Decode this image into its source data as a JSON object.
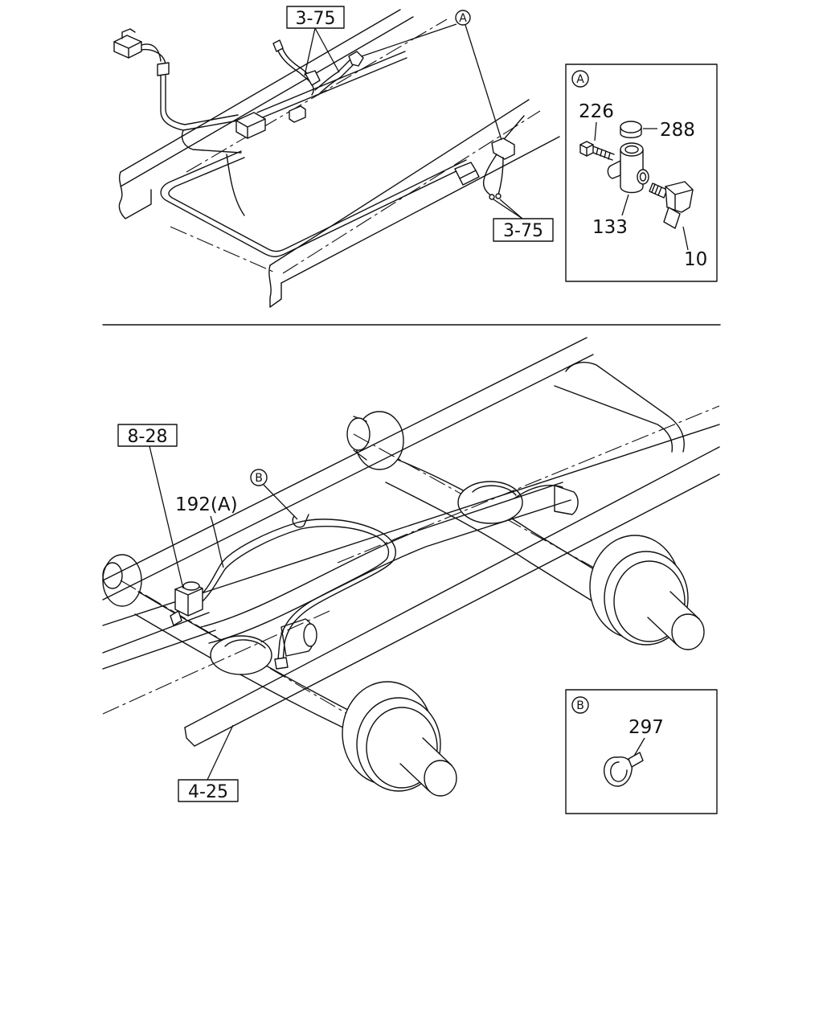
{
  "top_view": {
    "ref_upper": "3-75",
    "callout_a": "A",
    "ref_lower": "3-75"
  },
  "detail_a": {
    "callout": "A",
    "part_226": "226",
    "part_288": "288",
    "part_133": "133",
    "part_10": "10"
  },
  "bottom_view": {
    "ref_8_28": "8-28",
    "callout_b": "B",
    "part_192a": "192(A)",
    "ref_4_25": "4-25"
  },
  "detail_b": {
    "callout": "B",
    "part_297": "297"
  }
}
